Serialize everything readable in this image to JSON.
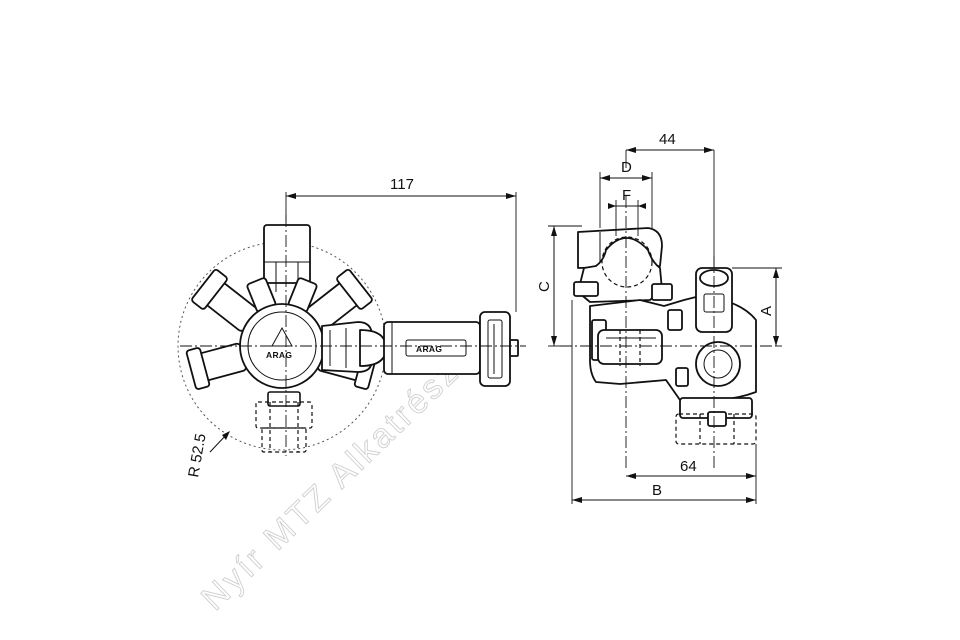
{
  "dimensions": {
    "overall_length": "117",
    "radius": "R 52.5",
    "top_offset": "44",
    "label_d": "D",
    "label_f": "F",
    "label_c": "C",
    "label_a": "A",
    "bottom_offset": "64",
    "label_b": "B"
  },
  "branding": {
    "logo_text": "ARAG"
  },
  "watermark": {
    "text": "Nyír MTZ Alkatrész Kft"
  }
}
